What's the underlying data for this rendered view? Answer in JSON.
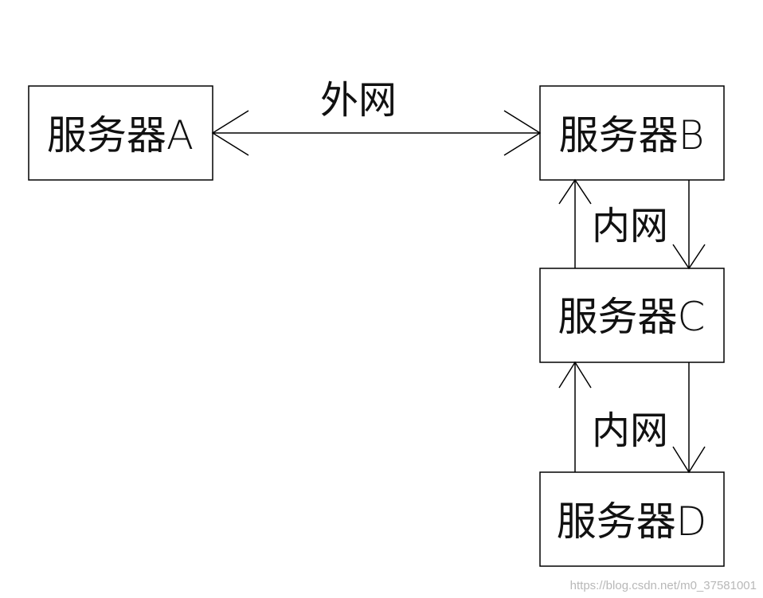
{
  "nodes": {
    "a": {
      "label": "服务器A"
    },
    "b": {
      "label": "服务器B"
    },
    "c": {
      "label": "服务器C"
    },
    "d": {
      "label": "服务器D"
    }
  },
  "edges": {
    "a_b": {
      "label": "外网"
    },
    "b_c": {
      "label": "内网"
    },
    "c_d": {
      "label": "内网"
    }
  },
  "watermark": "https://blog.csdn.net/m0_37581001",
  "colors": {
    "line": "#000000",
    "text": "#111111",
    "watermark": "#b8b8b8",
    "background": "#ffffff"
  }
}
